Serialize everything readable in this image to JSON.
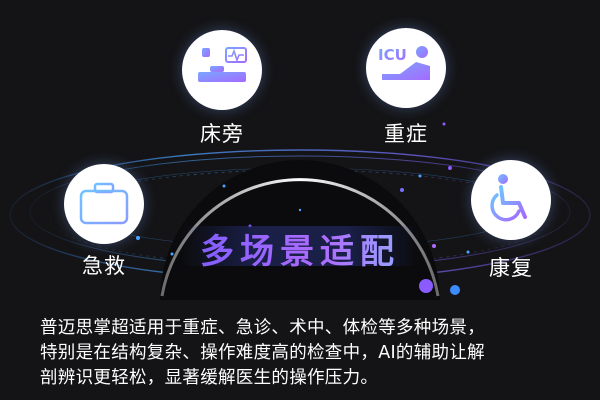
{
  "scenarios": [
    {
      "label": "床旁",
      "icon": "bedside-monitor-icon"
    },
    {
      "label": "重症",
      "icon": "icu-bed-icon"
    },
    {
      "label": "急救",
      "icon": "first-aid-kit-icon"
    },
    {
      "label": "康复",
      "icon": "wheelchair-icon"
    }
  ],
  "icu_text": "ICU",
  "headline": "多场景适配",
  "description": [
    "普迈思掌超适用于重症、急诊、术中、体检等多种场景，",
    "特别是在结构复杂、操作难度高的检查中，AI的辅助让解",
    "剖辨识更轻松，显著缓解医生的操作压力。"
  ],
  "colors": {
    "background": "#141416",
    "accent_blue": "#4aa3ff",
    "accent_purple": "#8a5cff",
    "icon_gradient_start": "#7aa6ff",
    "icon_gradient_end": "#a46bff"
  }
}
